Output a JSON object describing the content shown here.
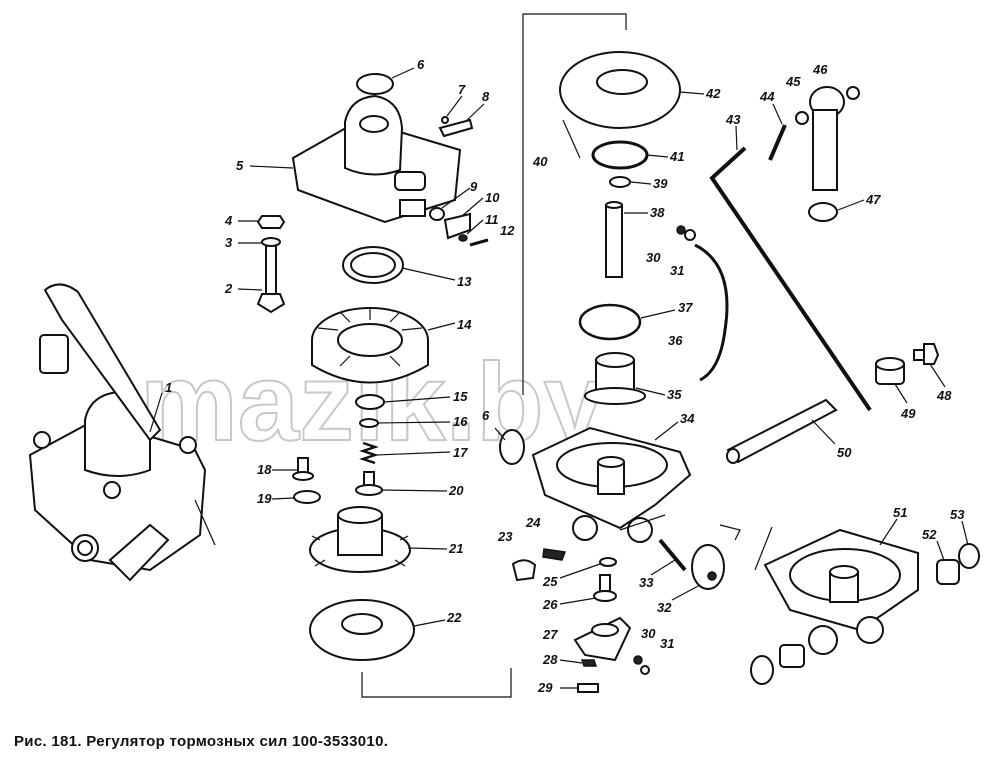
{
  "caption": "Рис. 181. Регулятор тормозных сил 100-3533010.",
  "watermark": "mazik.by",
  "part_numbers": [
    "1",
    "2",
    "3",
    "4",
    "5",
    "6",
    "7",
    "8",
    "9",
    "10",
    "11",
    "12",
    "13",
    "14",
    "15",
    "16",
    "17",
    "18",
    "19",
    "20",
    "21",
    "22",
    "23",
    "24",
    "25",
    "26",
    "27",
    "28",
    "29",
    "30",
    "31",
    "32",
    "33",
    "34",
    "35",
    "36",
    "37",
    "38",
    "39",
    "40",
    "41",
    "42",
    "43",
    "44",
    "45",
    "46",
    "47",
    "48",
    "49",
    "50",
    "51",
    "52",
    "53"
  ],
  "colors": {
    "ink": "#111111",
    "paper": "#ffffff",
    "watermark": "#c8c8c8"
  }
}
